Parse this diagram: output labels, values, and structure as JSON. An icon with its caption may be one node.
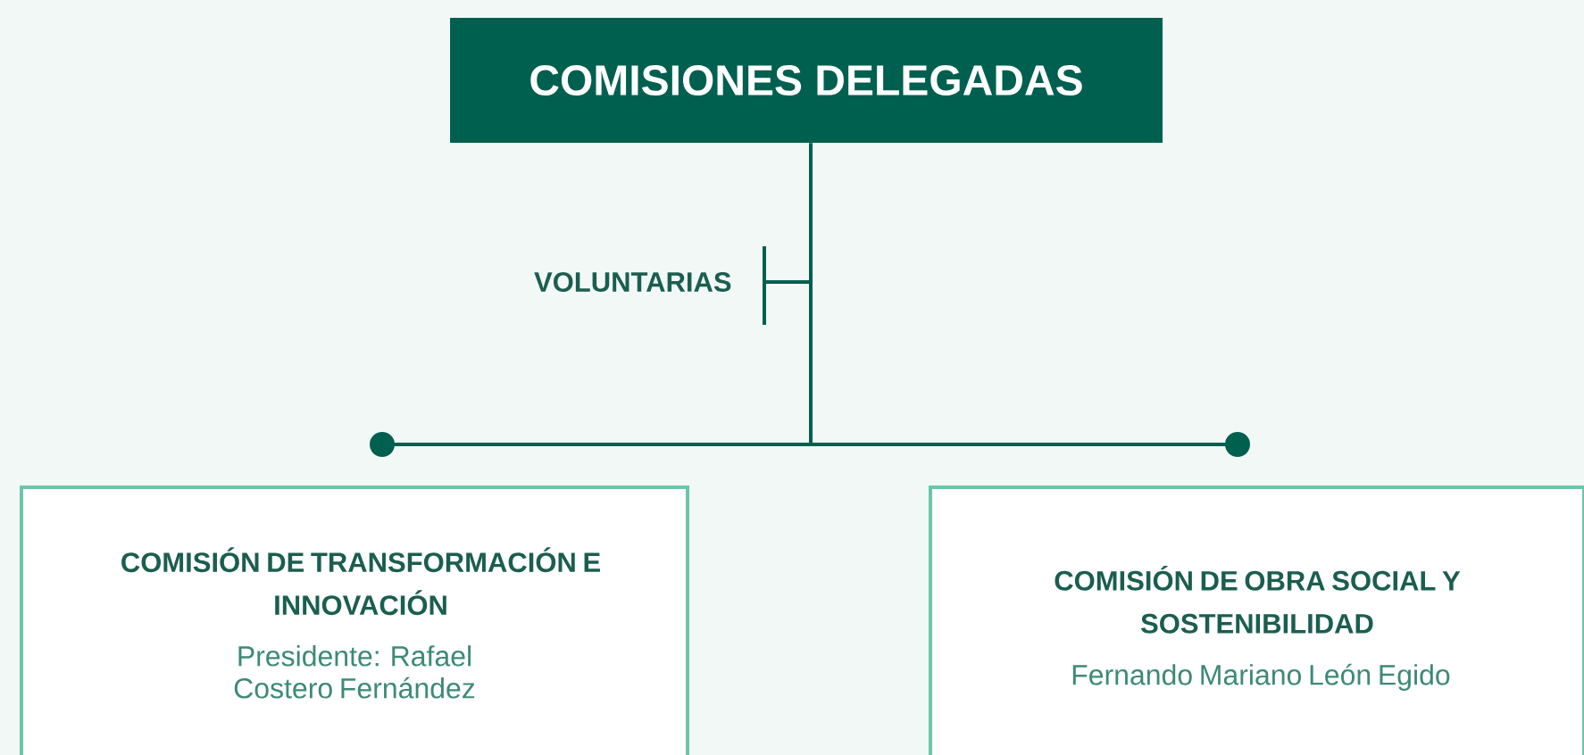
{
  "diagram": {
    "nodes": [
      {
        "text": [
          "COMISIONES DELEGADAS"
        ]
      },
      {
        "text": [
          "COMISIÓN DE TRANSFORMACIÓN E INNOVACIÓN",
          "Presidente: Rafael Costero Fernández"
        ]
      },
      {
        "text": [
          "COMISIÓN DE OBRA SOCIAL Y SOSTENIBILIDAD",
          "Fernando Mariano León Egido"
        ]
      }
    ],
    "edges": [
      {
        "from": 0,
        "to": 1,
        "arrow": "other"
      },
      {
        "from": 0,
        "to": 2,
        "arrow": "other"
      }
    ],
    "labels": [
      "VOLUNTARIAS"
    ]
  }
}
